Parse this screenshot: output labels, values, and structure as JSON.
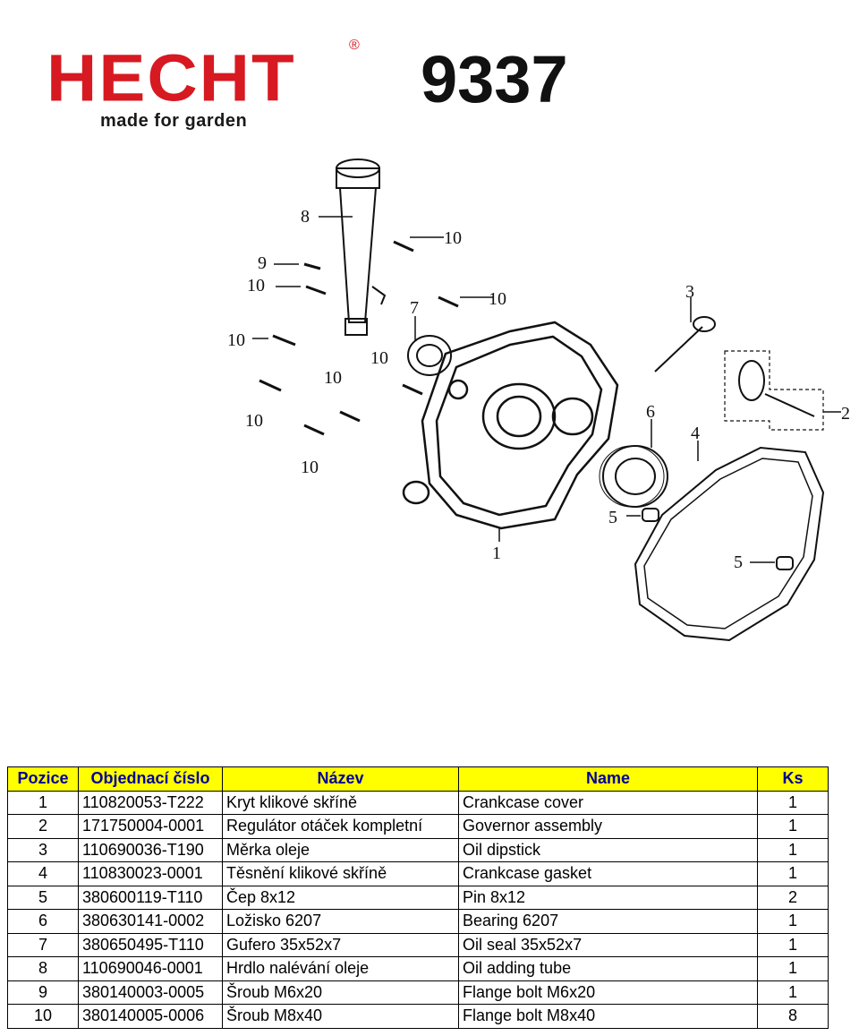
{
  "header": {
    "brand": "HECHT",
    "tagline": "made for garden",
    "model": "9337"
  },
  "diagram": {
    "callouts": [
      "8",
      "9",
      "10",
      "10",
      "10",
      "10",
      "10",
      "10",
      "10",
      "10",
      "7",
      "3",
      "6",
      "4",
      "2",
      "5",
      "5",
      "1"
    ]
  },
  "table": {
    "headers": [
      "Pozice",
      "Objednací číslo",
      "Název",
      "Name",
      "Ks"
    ],
    "rows": [
      [
        "1",
        "110820053-T222",
        "Kryt klikové skříně",
        "Crankcase cover",
        "1"
      ],
      [
        "2",
        "171750004-0001",
        "Regulátor otáček kompletní",
        "Governor assembly",
        "1"
      ],
      [
        "3",
        "110690036-T190",
        "Měrka oleje",
        "Oil dipstick",
        "1"
      ],
      [
        "4",
        "110830023-0001",
        "Těsnění klikové skříně",
        "Crankcase gasket",
        "1"
      ],
      [
        "5",
        "380600119-T110",
        "Čep 8x12",
        "Pin 8x12",
        "2"
      ],
      [
        "6",
        "380630141-0002",
        "Ložisko 6207",
        "Bearing 6207",
        "1"
      ],
      [
        "7",
        "380650495-T110",
        "Gufero 35x52x7",
        "Oil seal 35x52x7",
        "1"
      ],
      [
        "8",
        "110690046-0001",
        "Hrdlo nalévání oleje",
        "Oil adding tube",
        "1"
      ],
      [
        "9",
        "380140003-0005",
        "Šroub M6x20",
        "Flange bolt M6x20",
        "1"
      ],
      [
        "10",
        "380140005-0006",
        "Šroub M8x40",
        "Flange bolt M8x40",
        "8"
      ]
    ]
  },
  "colors": {
    "brand_red": "#d71921",
    "header_bg": "#ffff00",
    "header_text": "#000099"
  }
}
